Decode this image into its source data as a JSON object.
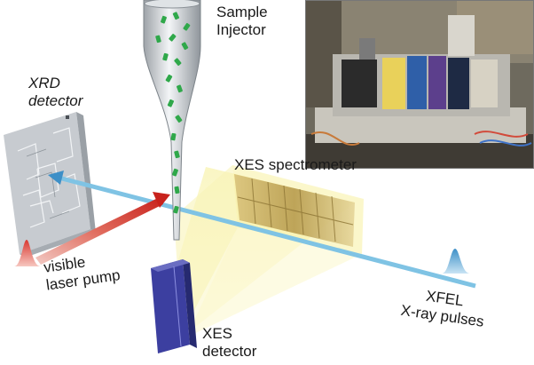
{
  "labels": {
    "sample_injector_line1": "Sample",
    "sample_injector_line2": "Injector",
    "xrd_line1": "XRD",
    "xrd_line2": "detector",
    "xes_spectrometer": "XES spectrometer",
    "laser_line1": "visible",
    "laser_line2": "laser pump",
    "xfel_line1": "XFEL",
    "xfel_line2": "X-ray pulses",
    "xes_detector_line1": "XES",
    "xes_detector_line2": "detector"
  },
  "colors": {
    "xray_beam": "#7fc3e4",
    "laser_beam": "#d9372f",
    "sample_droplets": "#2fa84a",
    "spectrometer_cone": "#f6ef9a",
    "xes_detector": "#3c3fa0"
  },
  "photo": {
    "subject": "photograph of spectrometer apparatus"
  }
}
